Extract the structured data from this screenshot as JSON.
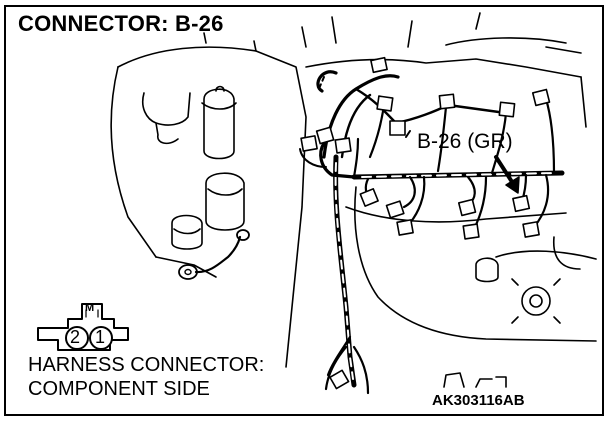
{
  "title": "CONNECTOR: B-26",
  "callout_label": "B-26 (GR)",
  "caption": {
    "line1": "HARNESS CONNECTOR:",
    "line2": "COMPONENT SIDE"
  },
  "figure_code": "AK303116AB",
  "connector_symbol": {
    "keyway_label": "M",
    "pins": [
      "2",
      "1"
    ]
  },
  "colors": {
    "ink": "#000000",
    "paper": "#ffffff"
  }
}
